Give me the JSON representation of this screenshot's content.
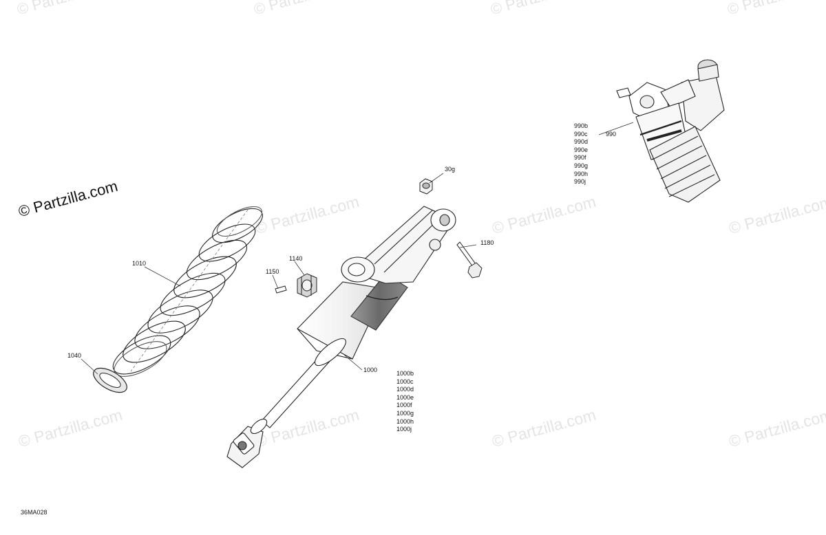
{
  "watermark_text": "© Partzilla.com",
  "brand_watermark": "© Partzilla.com",
  "figure_code": "36MA028",
  "callouts": {
    "c990": "990",
    "c30g": "30g",
    "c1180": "1180",
    "c1140": "1140",
    "c1150": "1150",
    "c1010": "1010",
    "c1040": "1040",
    "c1000": "1000"
  },
  "variants_990": [
    "990b",
    "990c",
    "990d",
    "990e",
    "990f",
    "990g",
    "990h",
    "990j"
  ],
  "variants_1000": [
    "1000b",
    "1000c",
    "1000d",
    "1000e",
    "1000f",
    "1000g",
    "1000h",
    "1000j"
  ]
}
